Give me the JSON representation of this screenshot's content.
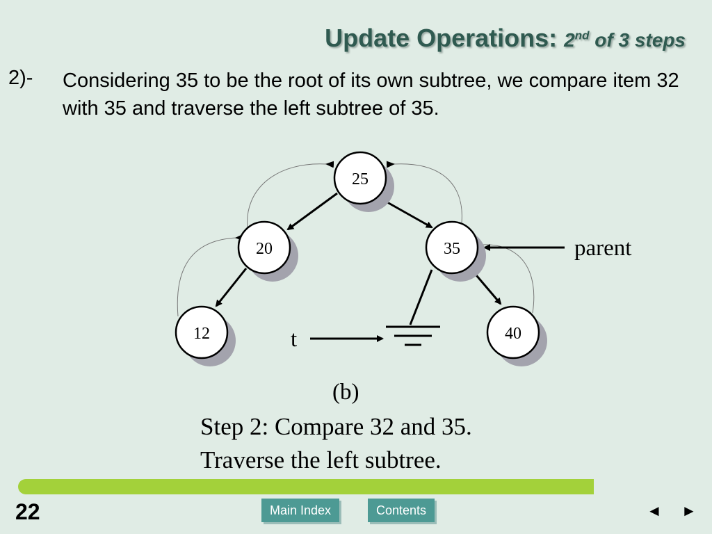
{
  "title": {
    "main": "Update Operations: ",
    "ordinal": "2",
    "sup": "nd",
    "rest": " of 3 steps"
  },
  "step": {
    "number": "2)-",
    "text": "Considering 35 to be the root of its own subtree, we compare item 32 with 35 and traverse the left subtree of 35."
  },
  "diagram": {
    "nodes": [
      "25",
      "20",
      "35",
      "12",
      "40"
    ],
    "parent_label": "parent",
    "t_label": "t",
    "caption_label": "(b)"
  },
  "caption": {
    "line1": "Step 2: Compare 32 and 35.",
    "line2": "Traverse the left subtree."
  },
  "footer": {
    "page_number": "22",
    "main_index": "Main Index",
    "contents": "Contents",
    "prev": "◄",
    "next": "►"
  },
  "colors": {
    "background": "#e0ece5",
    "title": "#2f5a50",
    "bar": "#a3d13a",
    "button": "#4d9a94"
  }
}
